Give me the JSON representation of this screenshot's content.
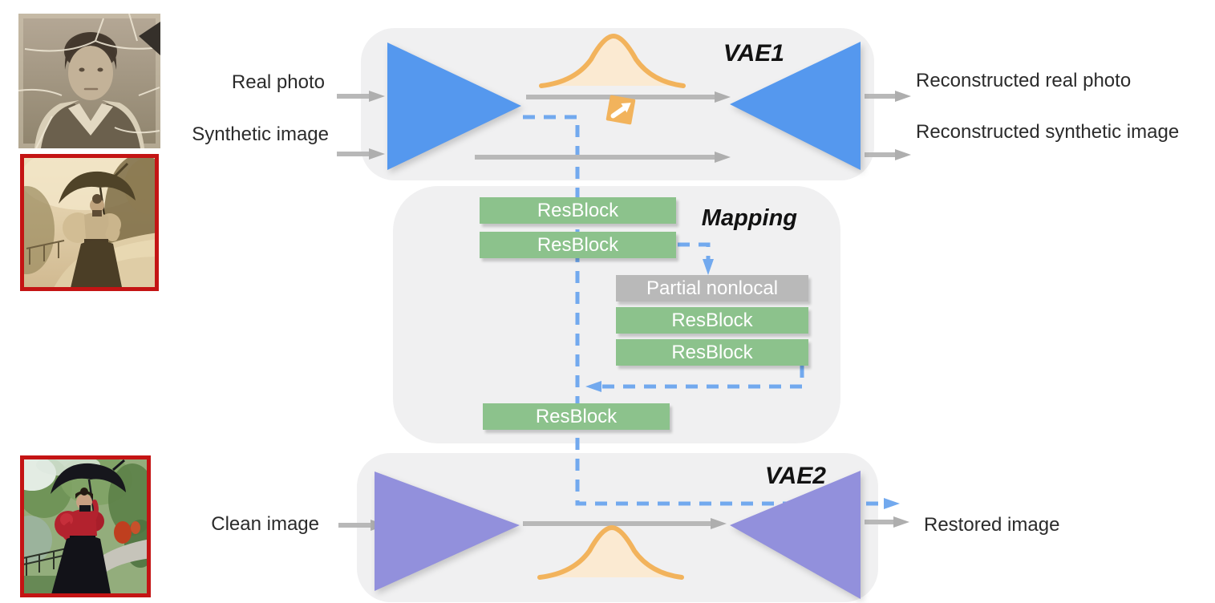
{
  "diagram": {
    "vae1": {
      "title": "VAE1",
      "inputs": [
        {
          "label": "Real photo"
        },
        {
          "label": "Synthetic image"
        }
      ],
      "outputs": [
        {
          "label": "Reconstructed real photo"
        },
        {
          "label": "Reconstructed synthetic image"
        }
      ]
    },
    "mapping": {
      "title": "Mapping",
      "top_blocks": [
        {
          "label": "ResBlock"
        },
        {
          "label": "ResBlock"
        }
      ],
      "branch_blocks": [
        {
          "label": "Partial nonlocal"
        },
        {
          "label": "ResBlock"
        },
        {
          "label": "ResBlock"
        }
      ],
      "bottom_block": {
        "label": "ResBlock"
      }
    },
    "vae2": {
      "title": "VAE2",
      "input": {
        "label": "Clean image"
      },
      "output": {
        "label": "Restored image"
      }
    },
    "colors": {
      "encoder_decoder_blue": "#5598EE",
      "vae2_purple": "#9290DC",
      "resblock_green": "#8CC28C",
      "nonlocal_gray": "#B9B9B9",
      "gaussian_orange": "#F2B35C",
      "gaussian_fill": "#FDE9CD",
      "dashed_blue": "#72A9EE",
      "arrow_gray": "#B8B8B8",
      "panel_gray": "#F0F0F1",
      "photo_border_red": "#C41414"
    },
    "photos": [
      {
        "name": "damaged-old-photo",
        "content": "old damaged black-and-white portrait of a boy"
      },
      {
        "name": "sepia-old-photo",
        "content": "sepia photo of a woman with umbrella on a path"
      },
      {
        "name": "restored-color-photo",
        "content": "restored color photo of the woman with umbrella"
      }
    ]
  }
}
